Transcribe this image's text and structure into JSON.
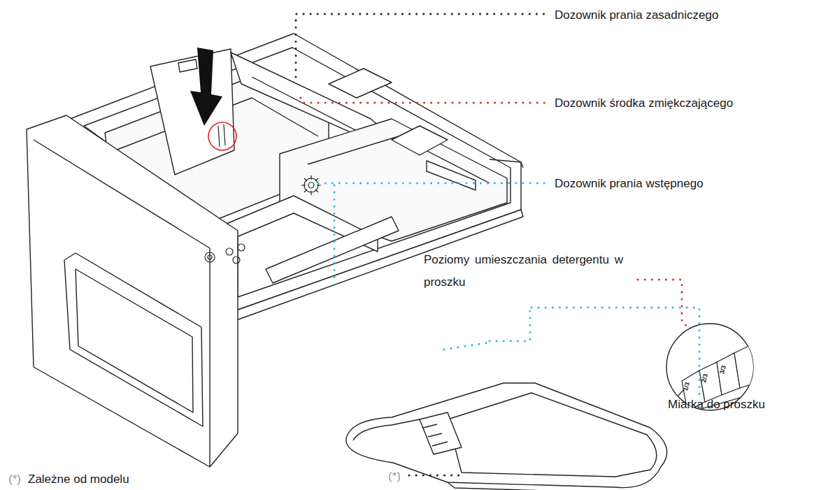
{
  "diagram": {
    "labels": [
      "Dozownik prania zasadniczego",
      "Dozownik środka zmiękczającego",
      "Dozownik prania wstępnego",
      "Poziomy umieszczania detergentu w proszku",
      "Miarka do proszku",
      "(*)",
      "(*)",
      "Zależne od modelu",
      "1/3",
      "2/3",
      "3/3"
    ]
  }
}
